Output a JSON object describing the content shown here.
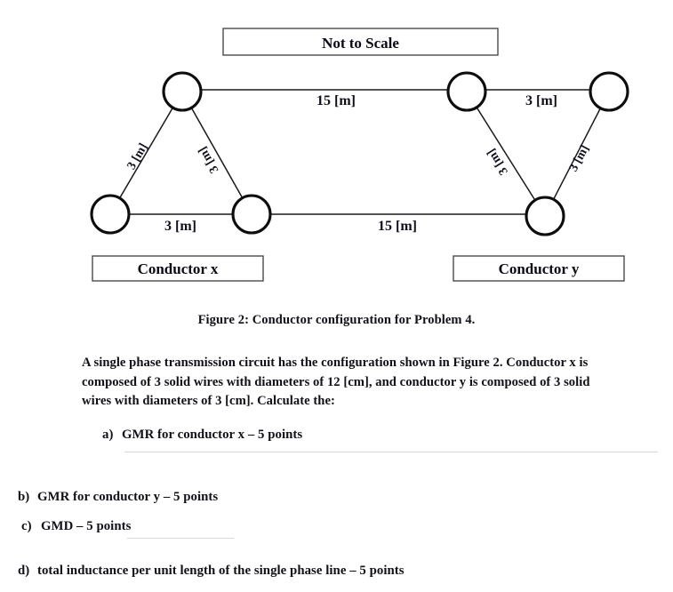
{
  "figure": {
    "not_to_scale_label": "Not to Scale",
    "conductor_x_label": "Conductor x",
    "conductor_y_label": "Conductor y",
    "dimensions": {
      "top_span_center": "15 [m]",
      "top_span_right": "3 [m]",
      "bottom_span_left": "3 [m]",
      "bottom_span_center": "15 [m]",
      "x_diag_left": "3 [m]",
      "x_diag_right": "3 [m]",
      "y_diag_left": "3 [m]",
      "y_diag_right": "3 [m]"
    }
  },
  "caption": "Figure 2: Conductor configuration for Problem 4.",
  "problem": {
    "paragraph": "A single phase transmission circuit has the configuration shown in Figure 2. Conductor x is composed of 3 solid wires with diameters of 12 [cm], and conductor y is composed of 3 solid wires with diameters of 3 [cm]. Calculate the:",
    "items": [
      {
        "marker": "a)",
        "text": "GMR for conductor x – 5 points"
      },
      {
        "marker": "b)",
        "text": "GMR for conductor y – 5 points"
      },
      {
        "marker": "c)",
        "text": "GMD – 5 points"
      },
      {
        "marker": "d)",
        "text": "total inductance per unit length of the single phase line – 5 points"
      }
    ]
  },
  "colors": {
    "ink": "#111118",
    "stroke": "#1a1a1a",
    "box_border": "#4a4a4a",
    "rule": "#d9d9dd",
    "background": "#ffffff"
  }
}
